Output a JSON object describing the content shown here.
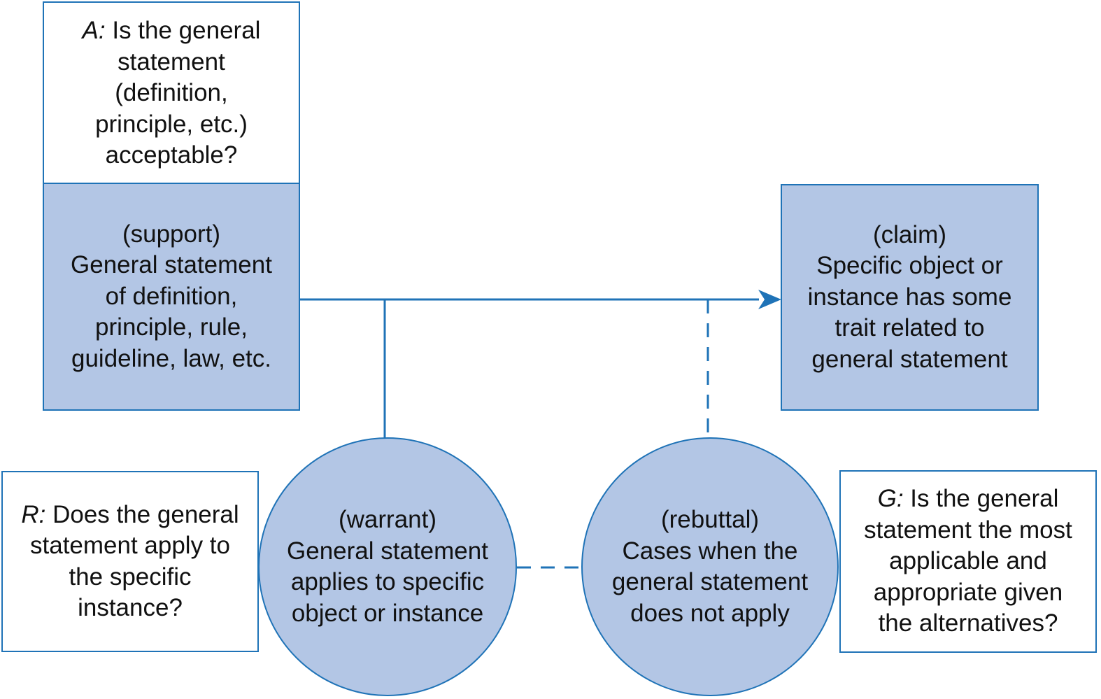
{
  "colors": {
    "stroke": "#1f73b7",
    "fill": "#b3c6e5",
    "text": "#111111"
  },
  "question_a": {
    "lead": "A:",
    "lines": [
      "Is the general",
      "statement",
      "(definition,",
      "principle, etc.)",
      "acceptable?"
    ]
  },
  "support": {
    "lines": [
      "(support)",
      "General statement",
      "of definition,",
      "principle, rule,",
      "guideline, law, etc."
    ]
  },
  "claim": {
    "lines": [
      "(claim)",
      "Specific object or",
      "instance has some",
      "trait related to",
      "general statement"
    ]
  },
  "warrant": {
    "lines": [
      "(warrant)",
      "General statement",
      "applies to specific",
      "object or instance"
    ]
  },
  "rebuttal": {
    "lines": [
      "(rebuttal)",
      "Cases when the",
      "general statement",
      "does not apply"
    ]
  },
  "question_r": {
    "lead": "R:",
    "lines": [
      "Does the general",
      "statement apply to",
      "the specific",
      "instance?"
    ]
  },
  "question_g": {
    "lead": "G:",
    "lines": [
      "Is the general",
      "statement the most",
      "applicable and",
      "appropriate given",
      "the alternatives?"
    ]
  }
}
